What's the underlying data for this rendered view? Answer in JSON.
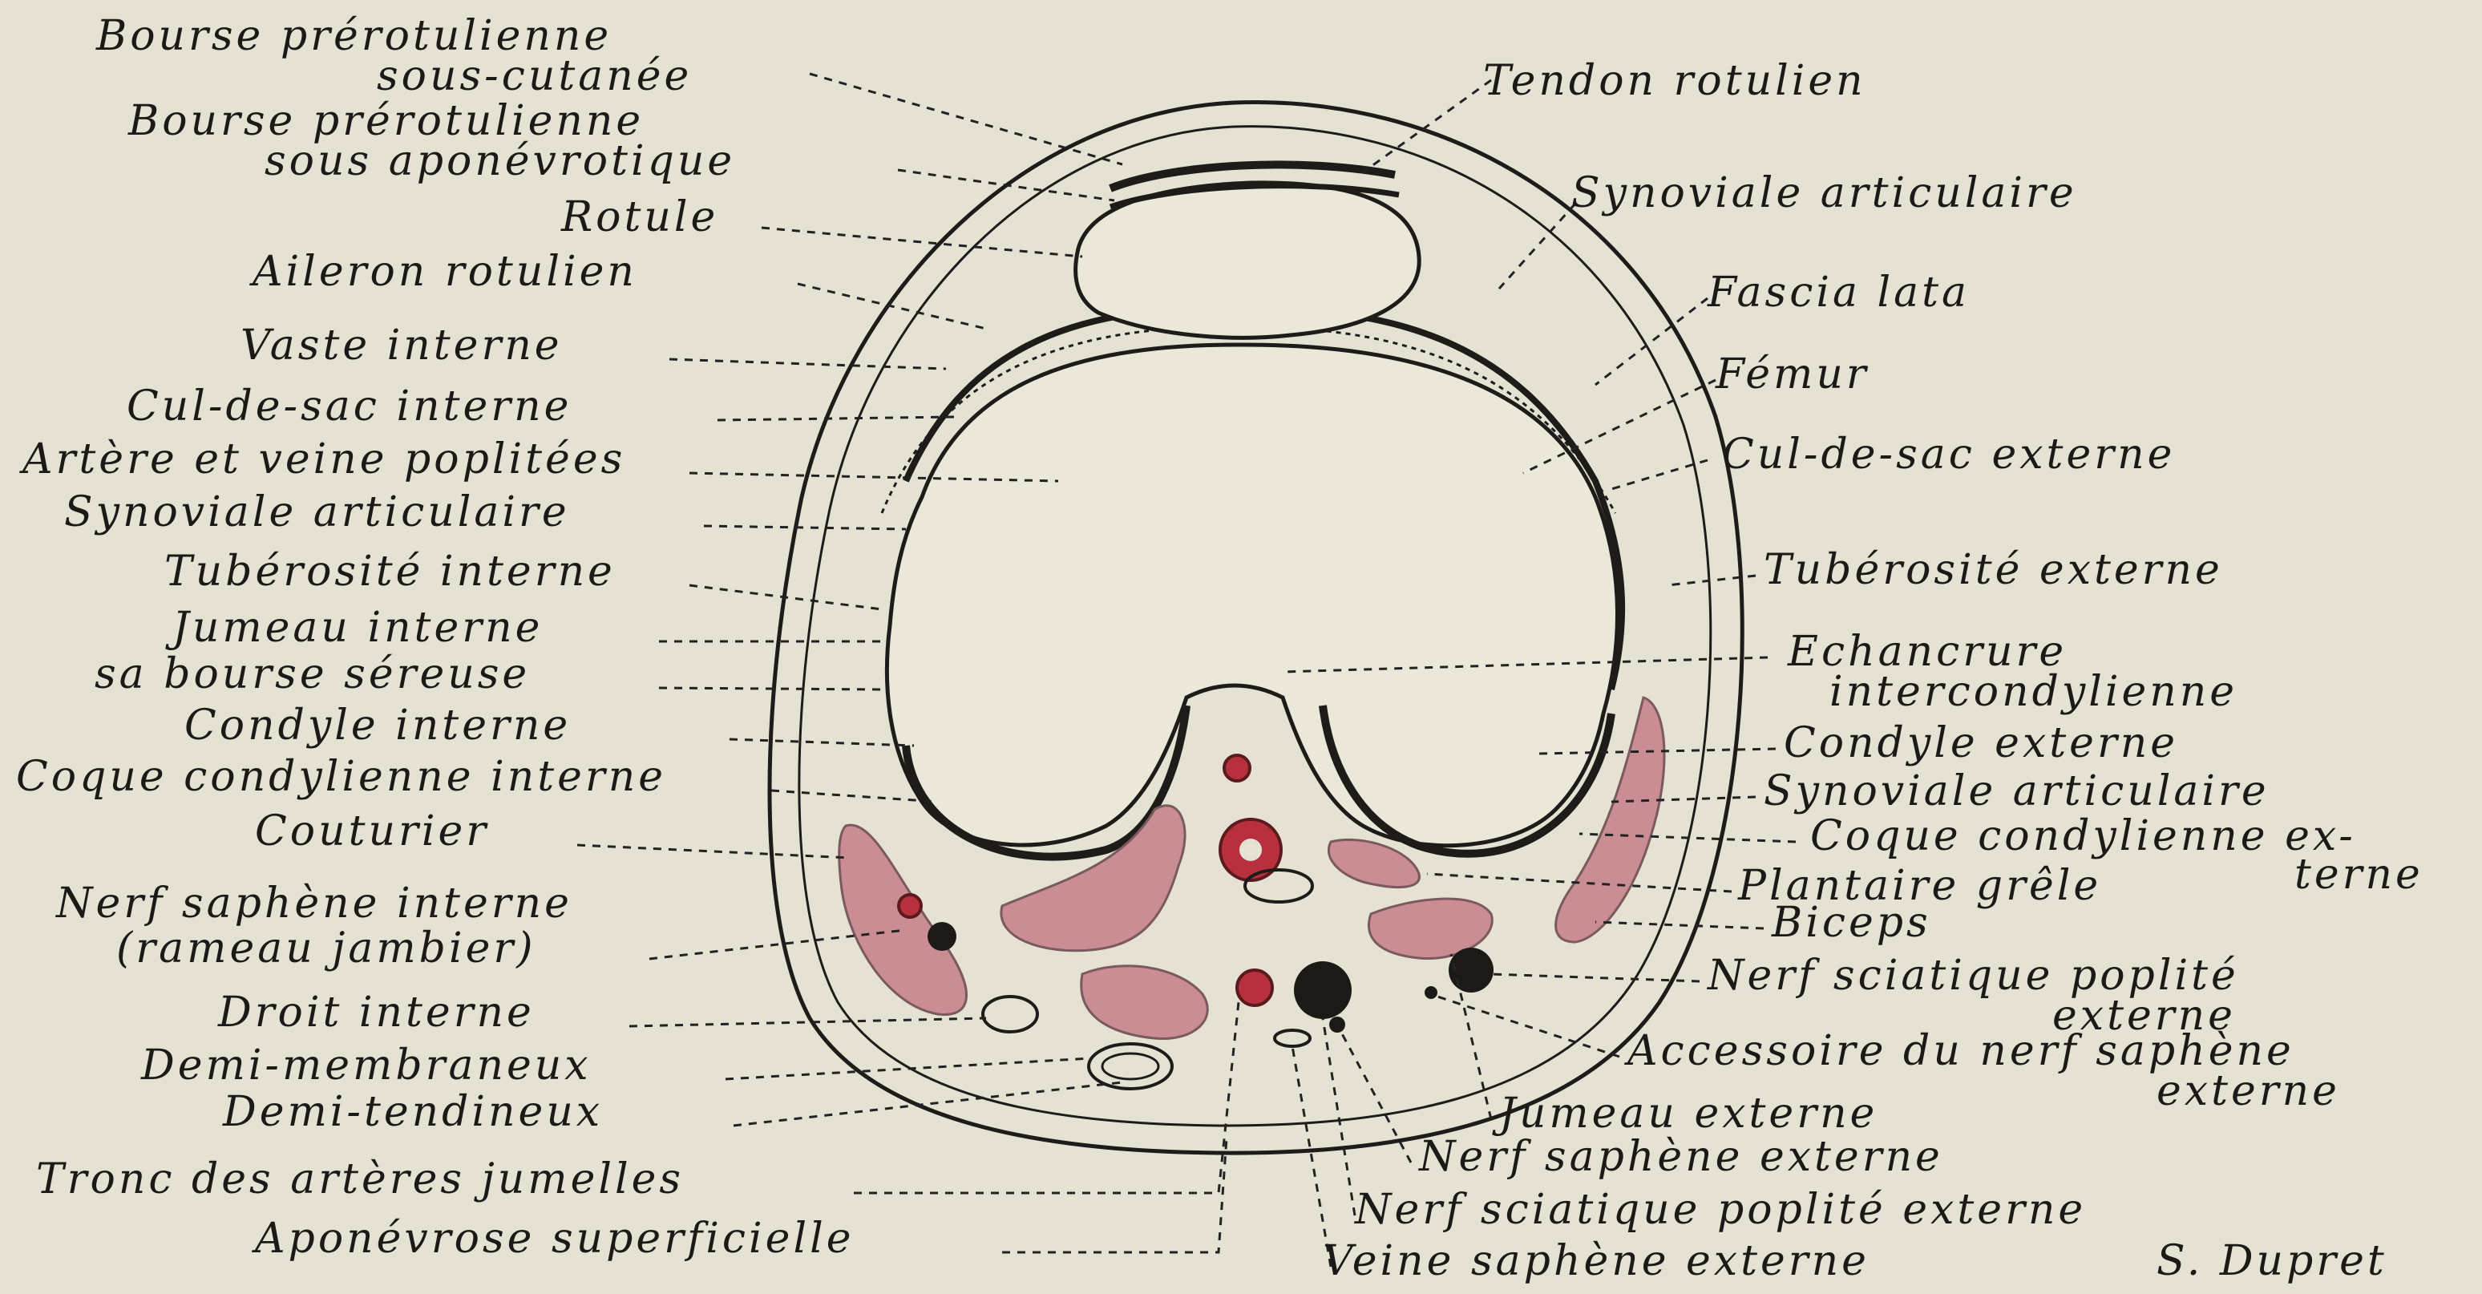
{
  "colors": {
    "paper": "#e6e2d3",
    "ink": "#1e1c19",
    "muscle": "#c98d93",
    "vessel": "#b8303d"
  },
  "labels_left": [
    "Bourse prérotulienne",
    "sous-cutanée",
    "Bourse prérotulienne",
    "sous aponévrotique",
    "Rotule",
    "Aileron rotulien",
    "Vaste interne",
    "Cul-de-sac interne",
    "Artère et veine poplitées",
    "Synoviale articulaire",
    "Tubérosité interne",
    "Jumeau interne",
    "sa bourse séreuse",
    "Condyle interne",
    "Coque condylienne interne",
    "Couturier",
    "Nerf saphène interne",
    "(rameau jambier)",
    "Droit interne",
    "Demi-membraneux",
    "Demi-tendineux",
    "Tronc des artères jumelles",
    "Aponévrose superficielle"
  ],
  "labels_right": [
    "Tendon rotulien",
    "Synoviale articulaire",
    "Fascia lata",
    "Fémur",
    "Cul-de-sac externe",
    "Tubérosité externe",
    "Echancrure",
    "intercondylienne",
    "Condyle externe",
    "Synoviale articulaire",
    "Coque condylienne ex-",
    "terne",
    "Plantaire grêle",
    "Biceps",
    "Nerf sciatique poplité",
    "externe",
    "Accessoire du nerf saphène",
    "externe",
    "Jumeau externe",
    "Nerf saphène externe",
    "Nerf sciatique poplité externe",
    "Veine saphène externe"
  ],
  "signature": "S. Dupret"
}
